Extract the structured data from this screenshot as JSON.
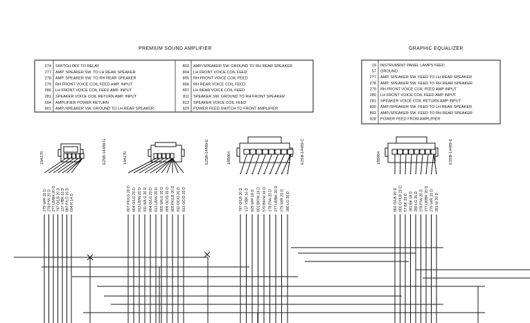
{
  "amp": {
    "title": "PREMIUM SOUND AMPLIFIER",
    "legend_left": [
      {
        "code": "274",
        "desc": "SWITCH OFF TO RELAY"
      },
      {
        "code": "277",
        "desc": "AMP. SPEAKER SW. TO LH REAR SPEAKER"
      },
      {
        "code": "278",
        "desc": "AMP. SPEAKER SW. TO RH REAR SPEAKER"
      },
      {
        "code": "279",
        "desc": "RH FRONT VOICE COIL FEED AMP. INPUT"
      },
      {
        "code": "280",
        "desc": "LH FRONT VOICE COIL FEED AMP. INPUT"
      },
      {
        "code": "281",
        "desc": "SPEAKER VOICE COIL RETURN AMP. INPUT"
      },
      {
        "code": "694",
        "desc": "AMPLIFIER POWER RETURN"
      },
      {
        "code": "801",
        "desc": "AMP./SPEAKER SW. GROUND TO LH REAR SPEAKER"
      }
    ],
    "legend_right": [
      {
        "code": "803",
        "desc": "AMP./SPEAKER SW. GROUND TO RH REAR SPEAKER"
      },
      {
        "code": "804",
        "desc": "LH FRONT VOICE COIL FEED"
      },
      {
        "code": "805",
        "desc": "RH FRONT VOICE COIL FEED"
      },
      {
        "code": "806",
        "desc": "RH REAR VOICE COIL FEED"
      },
      {
        "code": "807",
        "desc": "LH REAR VOICE COIL FEED"
      },
      {
        "code": "811",
        "desc": "SPEAKER SW. GROUND TO RH FRONT SPEAKER"
      },
      {
        "code": "813",
        "desc": "SPEAKER VOICE COIL FEED"
      },
      {
        "code": "829",
        "desc": "POWER FEED-SWITCH TO FRONT AMPLIFIER"
      }
    ]
  },
  "eq": {
    "title": "GRAPHIC EQUALIZER",
    "legend": [
      {
        "code": "19",
        "desc": "INSTRUMENT PANEL LAMPS FEED"
      },
      {
        "code": "57",
        "desc": "GROUND"
      },
      {
        "code": "277",
        "desc": "AMP. SPEAKER SW. FEED TO LH REAR SPEAKER"
      },
      {
        "code": "278",
        "desc": "AMP. SPEAKER SW. FEED TO RH REAR SPEAKER"
      },
      {
        "code": "279",
        "desc": "RH FRONT VOICE COIL FEED AMP INPUT"
      },
      {
        "code": "280",
        "desc": "LH FRONT VOICE COIL FEED AMP INPUT"
      },
      {
        "code": "281",
        "desc": "SPEAKER VOICE COIL RETURN AMP INPUT"
      },
      {
        "code": "800",
        "desc": "AMP./SPEAKER SW. FEED TO LH REAR SPEAKER"
      },
      {
        "code": "802",
        "desc": "AMP./SPEAKER SW. FEED TO RH REAR SPEAKER"
      },
      {
        "code": "928",
        "desc": "POWER FEED FROM AMPLIFIER"
      }
    ]
  },
  "connectors": [
    {
      "ref": "19A170",
      "part": "E25B-14489-G",
      "wires": [
        "279 W/R 20 D",
        "278 P/W 20 D",
        "277 LB/BK 20 D",
        "747 O/LB 20 D",
        "137 Y/BK 16 D",
        "887 P/LG 16 D",
        "694 R 14 D"
      ]
    },
    {
      "ref": "19A170",
      "part": "E25B-14489-E",
      "wires": [
        "807 PK/LG 20 D",
        "804 O/LG 20 D",
        "813 LB/W 20 D",
        "811 W/LG 20 D",
        "804 O/LG 20 D",
        "813 LB/W 20 D",
        "805 W/LG 20 D",
        "806 OC/O 20 D",
        "805 PK/LB 20 D",
        "811 OC/O 20 D",
        "813 OC/O 20 D"
      ]
    },
    {
      "ref": "18B864",
      "part": "E3SB-14489-C",
      "wires": [
        "747 O/LB 20 D",
        "137 Y/BK 16 D",
        "829 W/P 18 D",
        "801 BK/W 16 D",
        "570 BK/W 16 D",
        "278 P/W 20 D",
        "277 LB/BK 20 D",
        "279 W/R 20 D",
        "280 LG 20 D"
      ]
    },
    {
      "ref": "18B864",
      "part": "E3SB-14489-E",
      "wires": [
        "802 O/LB 20 D",
        "800 GY/LB 20 D",
        "57 BK 20 D",
        "281 BK 18 D",
        "280 LG 20 D",
        "278 P/W 20 D",
        "277 LB/BK 20 D",
        "279 W/R 20 D",
        "281 W 20 D"
      ]
    }
  ]
}
